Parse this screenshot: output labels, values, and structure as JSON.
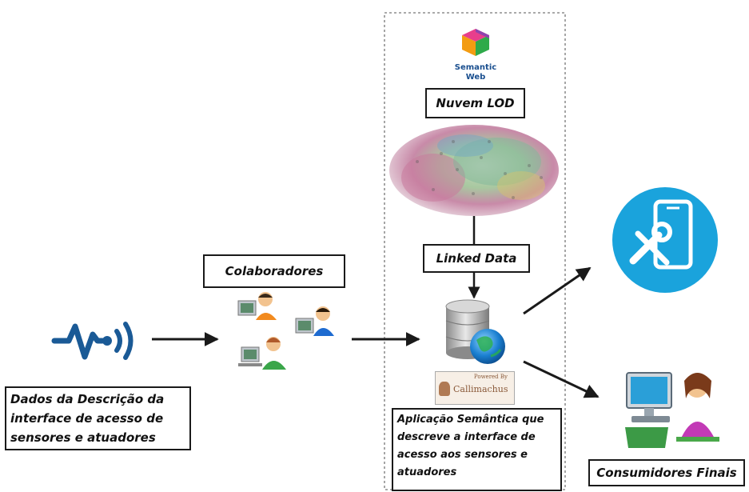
{
  "semantic_web_logo": {
    "line1": "Semantic",
    "line2": "Web"
  },
  "labels": {
    "nuvem_lod": "Nuvem LOD",
    "linked_data": "Linked Data",
    "colaboradores": "Colaboradores",
    "dados_descricao": [
      "Dados da Descrição da",
      "interface de acesso de",
      "sensores e atuadores"
    ],
    "aplicacao_semantica": [
      "Aplicação Semântica que",
      "descreve a interface de",
      "acesso aos sensores e",
      "atuadores"
    ],
    "consumidores_finais": "Consumidores Finais"
  },
  "callimachus_badge": {
    "line1": "Powered By",
    "line2": "Callimachus"
  },
  "icons": [
    "sensor-signal-icon",
    "collaborators-icon",
    "semantic-web-cube-icon",
    "lod-cloud-icon",
    "database-globe-icon",
    "mobile-tools-icon",
    "end-user-computer-icon"
  ],
  "colors": {
    "accent_blue": "#1aa3dc",
    "arrow": "#1a1a1a",
    "sensor_blue": "#1a5a96"
  }
}
